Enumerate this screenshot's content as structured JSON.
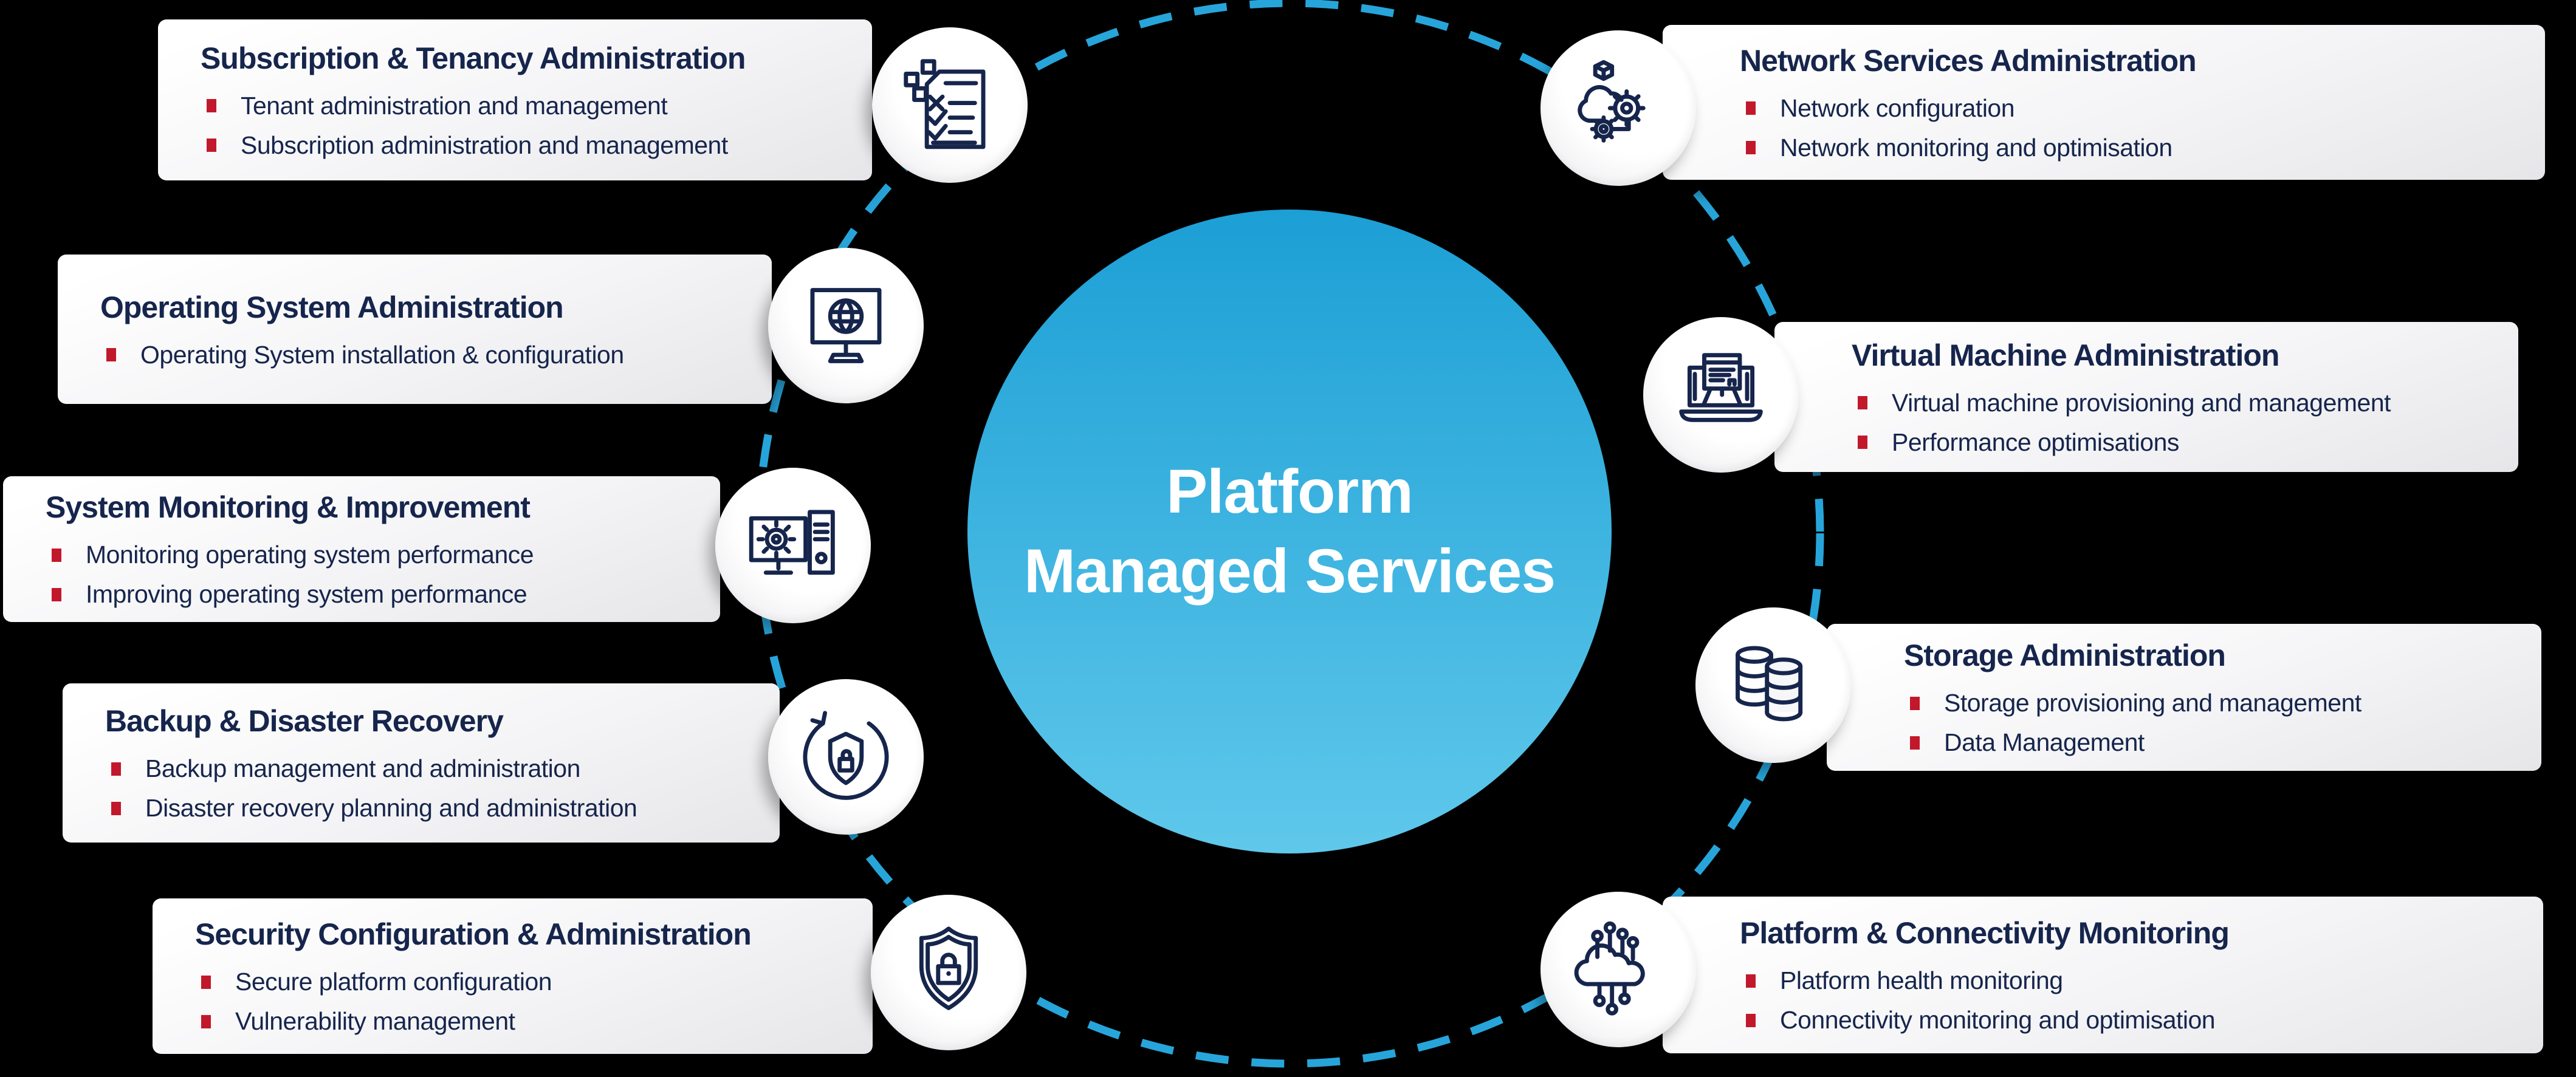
{
  "background_color": "#000000",
  "colors": {
    "accent_blue": "#27a5da",
    "navy_text": "#16254c",
    "bullet_red": "#c2182b",
    "circle_gradient_top": "#1c9fd5",
    "circle_gradient_bottom": "#5fc8eb",
    "card_bg_light": "#ffffff",
    "card_bg_dark": "#e6e6e9"
  },
  "center_circle": {
    "line1": "Platform",
    "line2": "Managed Services"
  },
  "cards": [
    {
      "id": "subscription-tenancy",
      "side": "left",
      "title": "Subscription & Tenancy Administration",
      "bullets": [
        "Tenant administration and management",
        "Subscription administration and management"
      ],
      "icon": "checklist-icon"
    },
    {
      "id": "operating-system",
      "side": "left",
      "title": "Operating System Administration",
      "bullets": [
        "Operating System installation & configuration"
      ],
      "icon": "monitor-globe-icon"
    },
    {
      "id": "system-monitoring",
      "side": "left",
      "title": "System Monitoring & Improvement",
      "bullets": [
        "Monitoring operating system performance",
        "Improving operating system performance"
      ],
      "icon": "monitor-gear-icon"
    },
    {
      "id": "backup-disaster-recovery",
      "side": "left",
      "title": "Backup & Disaster Recovery",
      "bullets": [
        "Backup management and administration",
        "Disaster recovery planning and administration"
      ],
      "icon": "shield-refresh-icon"
    },
    {
      "id": "security-configuration",
      "side": "left",
      "title": "Security Configuration & Administration",
      "bullets": [
        "Secure platform configuration",
        "Vulnerability management"
      ],
      "icon": "shield-lock-icon"
    },
    {
      "id": "network-services",
      "side": "right",
      "title": "Network Services Administration",
      "bullets": [
        "Network configuration",
        "Network monitoring and optimisation"
      ],
      "icon": "cloud-gears-icon"
    },
    {
      "id": "virtual-machine",
      "side": "right",
      "title": "Virtual Machine Administration",
      "bullets": [
        "Virtual machine provisioning and management",
        "Performance optimisations"
      ],
      "icon": "laptop-presentation-icon"
    },
    {
      "id": "storage",
      "side": "right",
      "title": "Storage Administration",
      "bullets": [
        "Storage provisioning and management",
        "Data Management"
      ],
      "icon": "database-icon"
    },
    {
      "id": "platform-connectivity",
      "side": "right",
      "title": "Platform & Connectivity Monitoring",
      "bullets": [
        "Platform health monitoring",
        "Connectivity monitoring and optimisation"
      ],
      "icon": "cloud-network-icon"
    }
  ]
}
